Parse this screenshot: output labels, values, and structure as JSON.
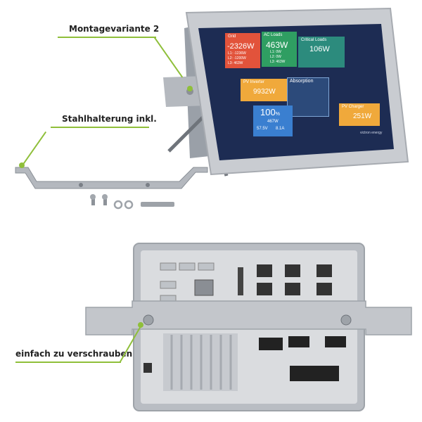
{
  "callouts": {
    "mount_variant": "Montagevariante 2",
    "steel_bracket": "Stahlhalterung inkl.",
    "easy_screw": "einfach zu verschrauben"
  },
  "screen": {
    "grid": {
      "title": "Grid",
      "value": "-2326W",
      "l1": "L1: -1236W",
      "l2": "L2: -1200W",
      "l3": "L3: 463W"
    },
    "ac_loads": {
      "title": "AC Loads",
      "value": "463W",
      "l1": "L1: 0W",
      "l2": "L2: 0W",
      "l3": "L3: 463W"
    },
    "critical_loads": {
      "title": "Critical Loads",
      "value": "106W"
    },
    "pv_inverter": {
      "title": "PV Inverter",
      "value": "9932W"
    },
    "absorption": {
      "title": "Absorption"
    },
    "battery": {
      "value": "100",
      "unit": "%",
      "power": "467W",
      "volt": "57.5V",
      "amp": "8.1A"
    },
    "pv_charger": {
      "title": "PV Charger",
      "value": "251W"
    },
    "brand": "victron energy"
  },
  "colors": {
    "grid": "#e2533b",
    "ac_loads": "#2f9e62",
    "critical_loads": "#2c8b7d",
    "pv_inverter": "#f0a93b",
    "battery": "#3a7fd0",
    "pv_charger": "#f0a93b",
    "screen_bg": "#1d2c53",
    "accent": "#8fbf3a",
    "bezel": "#c9ccd1"
  }
}
